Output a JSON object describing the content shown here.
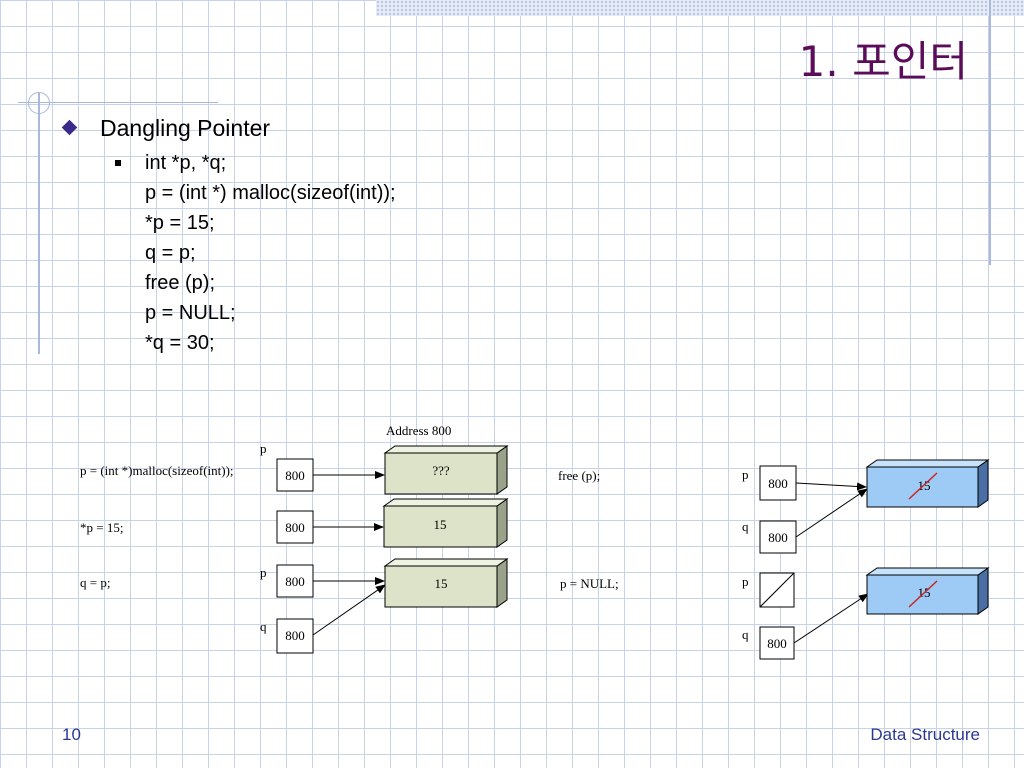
{
  "slide": {
    "title": "1. 포인터",
    "heading": "Dangling Pointer",
    "code_lines": [
      "int *p, *q;",
      "p = (int *) malloc(sizeof(int));",
      "*p = 15;",
      "q = p;",
      "free (p);",
      "p = NULL;",
      "*q = 30;"
    ],
    "page_number": "10",
    "footer": "Data Structure"
  },
  "diagram": {
    "address_label": "Address 800",
    "left_steps": [
      {
        "code": "p = (int *)malloc(sizeof(int));",
        "pointer_label": "p",
        "pointer_value": "800",
        "cell_value": "???"
      },
      {
        "code": "*p = 15;",
        "pointer_value": "800",
        "cell_value": "15"
      },
      {
        "code": "q = p;",
        "pointer_p_label": "p",
        "pointer_p_value": "800",
        "pointer_q_label": "q",
        "pointer_q_value": "800",
        "cell_value": "15"
      }
    ],
    "right_steps": [
      {
        "code": "free (p);",
        "pointer_p_label": "p",
        "pointer_p_value": "800",
        "pointer_q_label": "q",
        "pointer_q_value": "800",
        "cell_value": "15"
      },
      {
        "code": "p = NULL;",
        "pointer_p_label": "p",
        "pointer_q_label": "q",
        "pointer_q_value": "800",
        "cell_value": "15"
      }
    ],
    "colors": {
      "allocated_cell": "#dde3c8",
      "freed_cell": "#9ecbf5",
      "strike": "#cc2222",
      "title": "#5a0e5a",
      "footer": "#2b3a8f"
    }
  }
}
